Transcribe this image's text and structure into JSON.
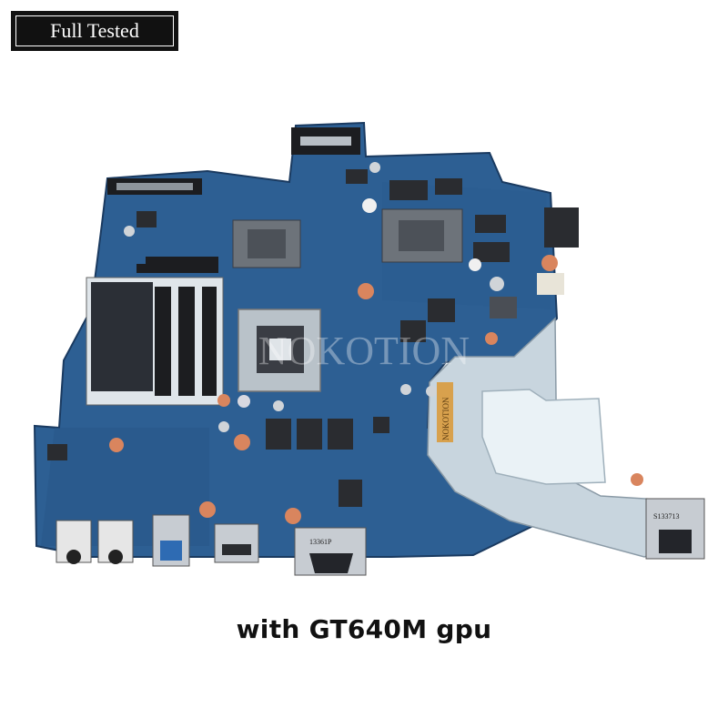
{
  "badge": {
    "text": "Full Tested"
  },
  "watermark": {
    "text": "NOKOTION"
  },
  "heatsink_sticker": {
    "text": "NOKOTION"
  },
  "port_labels": {
    "lan": "S133713",
    "vga": "13361P"
  },
  "caption": {
    "text": "with GT640M gpu"
  },
  "colors": {
    "pcb": "#2d5f93",
    "pcb_dark": "#1f4775",
    "heatsink": "#c9d6df",
    "cutout": "#eaf2f6",
    "chip": "#2a2c30",
    "pad": "#d9855e"
  }
}
